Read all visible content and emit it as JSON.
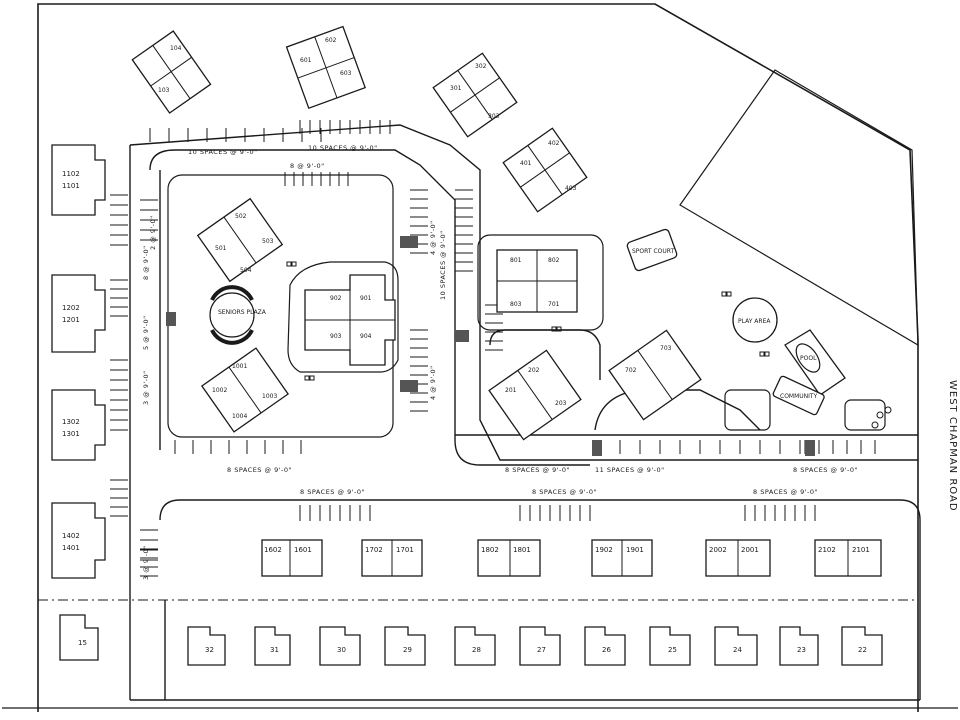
{
  "map": {
    "street_label": "WEST CHAPMAN ROAD",
    "plaza_label": "SENIORS PLAZA",
    "sport_court_label": "SPORT COURT",
    "play_area_label": "PLAY AREA",
    "pool_label": "POOL",
    "community_label": "COMMUNITY"
  },
  "parking": {
    "p1": "10 SPACES @ 9'-0\"",
    "p2": "10 SPACES @ 9'-0\"",
    "p3": "8 @ 9'-0\"",
    "p4": "4 @ 9'-0\"",
    "p5": "10 SPACES @ 9'-0\"",
    "p6": "4 @ 9'-0\"",
    "p7": "8 SPACES @ 9'-0\"",
    "p8": "11 SPACES @ 9'-0\"",
    "p9": "8 SPACES @ 9'-0\"",
    "p10": "8 SPACES @ 9'-0\"",
    "p11": "8 SPACES @ 9'-0\"",
    "p12": "8 SPACES @ 9'-0\"",
    "p13": "3 @ 9'-0\"",
    "p14": "8 @ 9'-0\"",
    "p15": "5 @ 9'-0\"",
    "p16": "2 @ 9'-0\""
  },
  "units": {
    "u1102": "1102",
    "u1101": "1101",
    "u1202": "1202",
    "u1201": "1201",
    "u1302": "1302",
    "u1301": "1301",
    "u1402": "1402",
    "u1401": "1401",
    "u15": "15",
    "u1602": "1602",
    "u1601": "1601",
    "u1702": "1702",
    "u1701": "1701",
    "u1802": "1802",
    "u1801": "1801",
    "u1902": "1902",
    "u1901": "1901",
    "u2002": "2002",
    "u2001": "2001",
    "u2102": "2102",
    "u2101": "2101",
    "u32": "32",
    "u31": "31",
    "u30": "30",
    "u29": "29",
    "u28": "28",
    "u27": "27",
    "u26": "26",
    "u25": "25",
    "u24": "24",
    "u23": "23",
    "u22": "22",
    "u201": "201",
    "u202": "202",
    "u203": "203",
    "u301": "301",
    "u302": "302",
    "u303": "303",
    "u401": "401",
    "u402": "402",
    "u403": "403",
    "u501": "501",
    "u502": "502",
    "u503": "503",
    "u504": "504",
    "u601": "601",
    "u602": "602",
    "u603": "603",
    "u701": "701",
    "u702": "702",
    "u703": "703",
    "u801": "801",
    "u802": "802",
    "u803": "803",
    "u901": "901",
    "u902": "902",
    "u903": "903",
    "u904": "904",
    "u1001": "1001",
    "u1002": "1002",
    "u1003": "1003",
    "u1004": "1004",
    "u104": "104",
    "u103": "103"
  }
}
